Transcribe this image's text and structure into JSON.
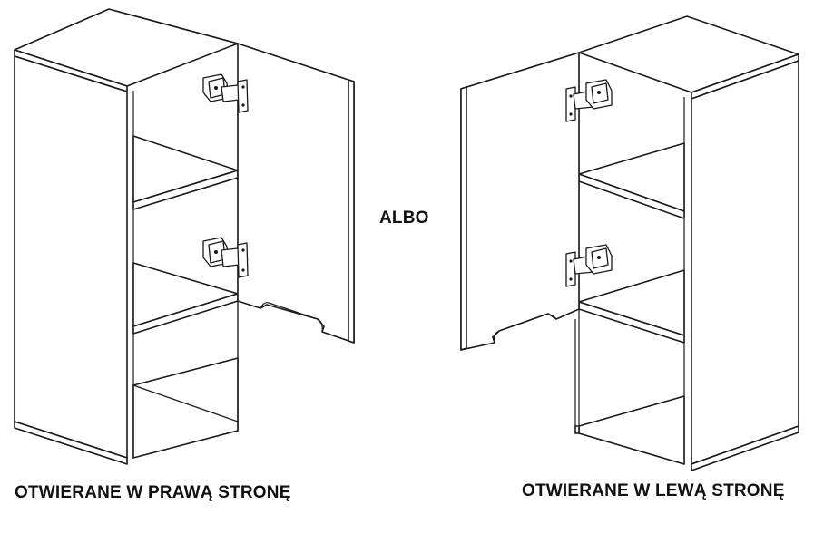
{
  "labels": {
    "left_caption": "OTWIERANE W PRAWĄ STRONĘ",
    "right_caption": "OTWIERANE W LEWĄ STRONĘ",
    "separator": "ALBO"
  },
  "colors": {
    "line": "#1a1a1a",
    "fill": "#ffffff",
    "text": "#111111"
  }
}
